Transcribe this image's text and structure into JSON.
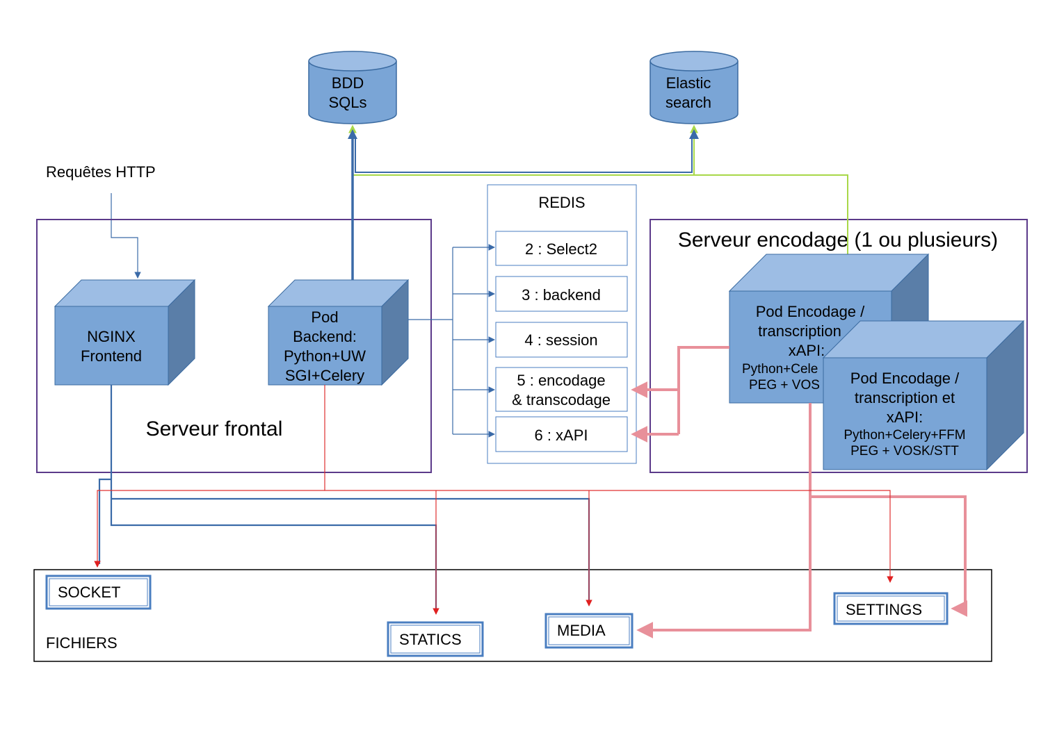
{
  "colors": {
    "cube_front": "#7aa5d6",
    "cube_top": "#9dbde4",
    "cube_side": "#5a7ea8",
    "cube_stroke": "#3a6aa0",
    "frame_purple": "#5b3a8a",
    "flow_blue": "#3a6aa8",
    "flow_red": "#e03030",
    "flow_pink": "#e8909a",
    "flow_green": "#a8d848",
    "box_blue": "#4a7ec0"
  },
  "databases": {
    "bdd": [
      "BDD",
      "SQLs"
    ],
    "elastic": [
      "Elastic",
      "search"
    ]
  },
  "http_label": "Requêtes HTTP",
  "frontal": {
    "title": "Serveur frontal",
    "nginx": [
      "NGINX",
      "Frontend"
    ],
    "pod_backend": [
      "Pod",
      "Backend:",
      "Python+UW",
      "SGI+Celery"
    ]
  },
  "redis": {
    "title": "REDIS",
    "items": [
      [
        "2 : Select2"
      ],
      [
        "3 : backend"
      ],
      [
        "4 : session"
      ],
      [
        "5 : encodage",
        "& transcodage"
      ],
      [
        "6 : xAPI"
      ]
    ]
  },
  "encodage": {
    "title": "Serveur encodage (1 ou plusieurs)",
    "pod_back": [
      "Pod Encodage /",
      "transcription",
      "xAPI:",
      "Python+Cele",
      "PEG + VOS"
    ],
    "pod_front": [
      "Pod Encodage /",
      "transcription et",
      "xAPI:",
      "Python+Celery+FFM",
      "PEG + VOSK/STT"
    ]
  },
  "fichiers": {
    "title": "FICHIERS",
    "socket": "SOCKET",
    "statics": "STATICS",
    "media": "MEDIA",
    "settings": "SETTINGS"
  }
}
